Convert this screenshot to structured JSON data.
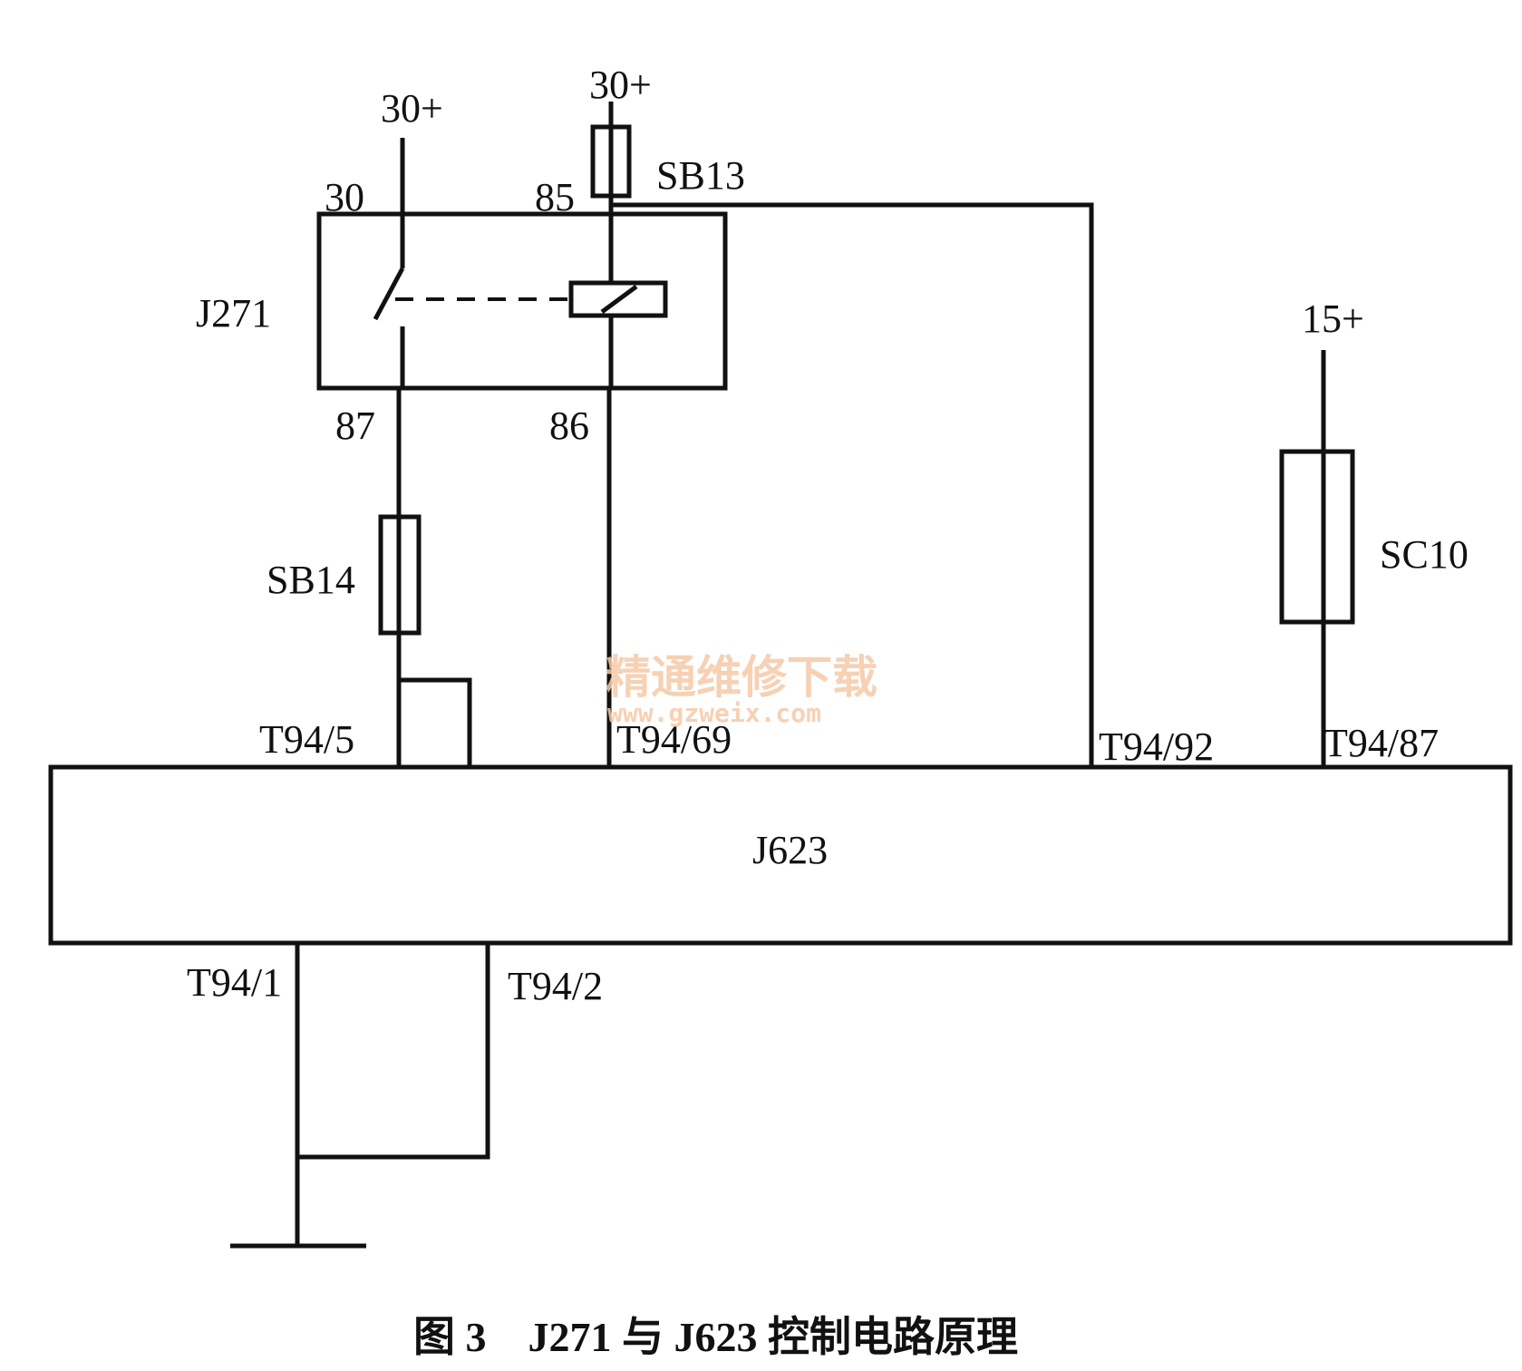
{
  "labels": {
    "supply_30_left": "30+",
    "supply_30_right": "30+",
    "supply_15": "15+",
    "relay_name": "J271",
    "pin_30": "30",
    "pin_85": "85",
    "pin_87": "87",
    "pin_86": "86",
    "fuse_sb13": "SB13",
    "fuse_sb14": "SB14",
    "fuse_sc10": "SC10",
    "ecu_name": "J623",
    "pin_t94_5": "T94/5",
    "pin_t94_69": "T94/69",
    "pin_t94_92": "T94/92",
    "pin_t94_87": "T94/87",
    "pin_t94_1": "T94/1",
    "pin_t94_2": "T94/2"
  },
  "watermark": {
    "cn": "精通维修下载",
    "url": "www.gzweix.com"
  },
  "caption": "图 3　J271 与 J623 控制电路原理"
}
